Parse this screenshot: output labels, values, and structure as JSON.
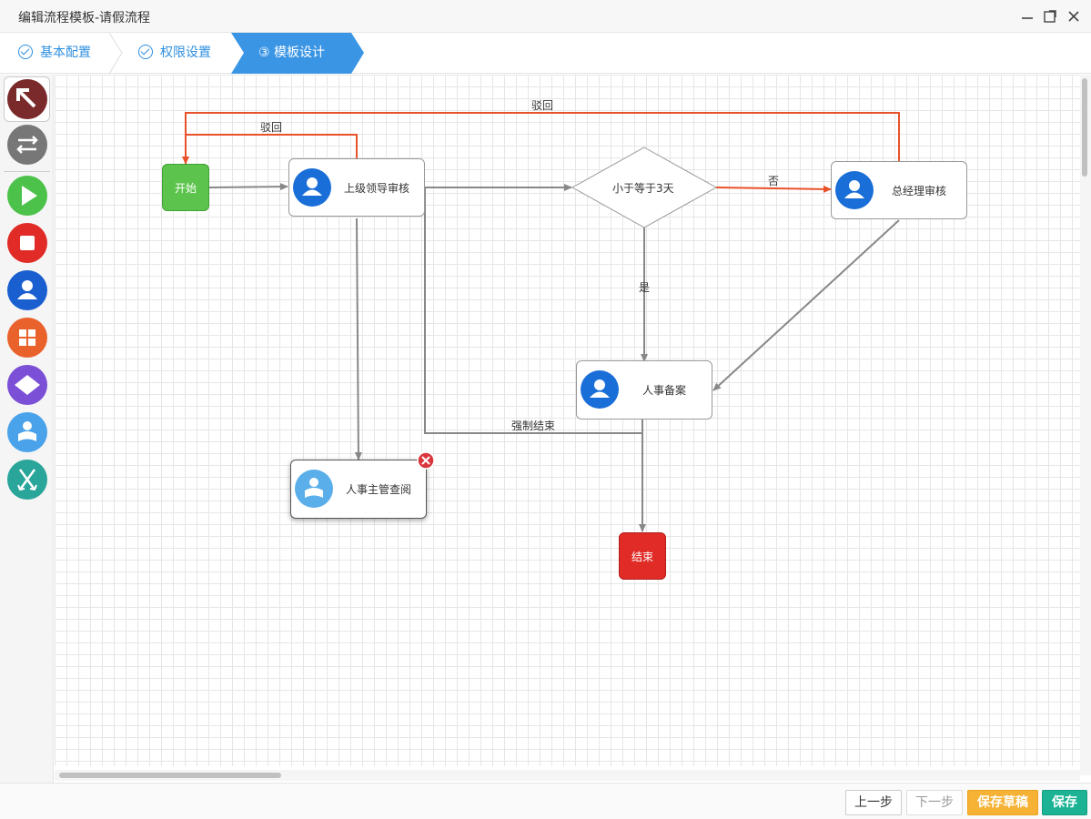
{
  "window": {
    "title": "编辑流程模板-请假流程"
  },
  "steps": [
    {
      "label": "基本配置",
      "state": "done"
    },
    {
      "label": "权限设置",
      "state": "done"
    },
    {
      "label": "③  模板设计",
      "state": "active"
    }
  ],
  "toolbar": {
    "tools": [
      "select-icon",
      "transition-icon",
      "start-icon",
      "end-icon",
      "task-icon",
      "multi-icon",
      "decision-icon",
      "cc-reader-icon",
      "fork-icon"
    ]
  },
  "flow": {
    "start": "开始",
    "leader_review": "上级领导审核",
    "decision": "小于等于3天",
    "gm_review": "总经理审核",
    "hr_file": "人事备案",
    "hr_query": "人事主管查阅",
    "end": "结束",
    "edges": {
      "reject_outer": "驳回",
      "reject_inner": "驳回",
      "no": "否",
      "yes": "是",
      "force_end": "强制结束"
    }
  },
  "footer": {
    "prev": "上一步",
    "next": "下一步",
    "save_draft": "保存草稿",
    "save": "保存"
  },
  "colors": {
    "accent": "#3a95e5",
    "reject_edge": "#e8522a",
    "normal_edge": "#888888",
    "start": "#5cc44c",
    "end": "#e02b27",
    "draft_button": "#f5b234",
    "save_button": "#1bb394"
  }
}
